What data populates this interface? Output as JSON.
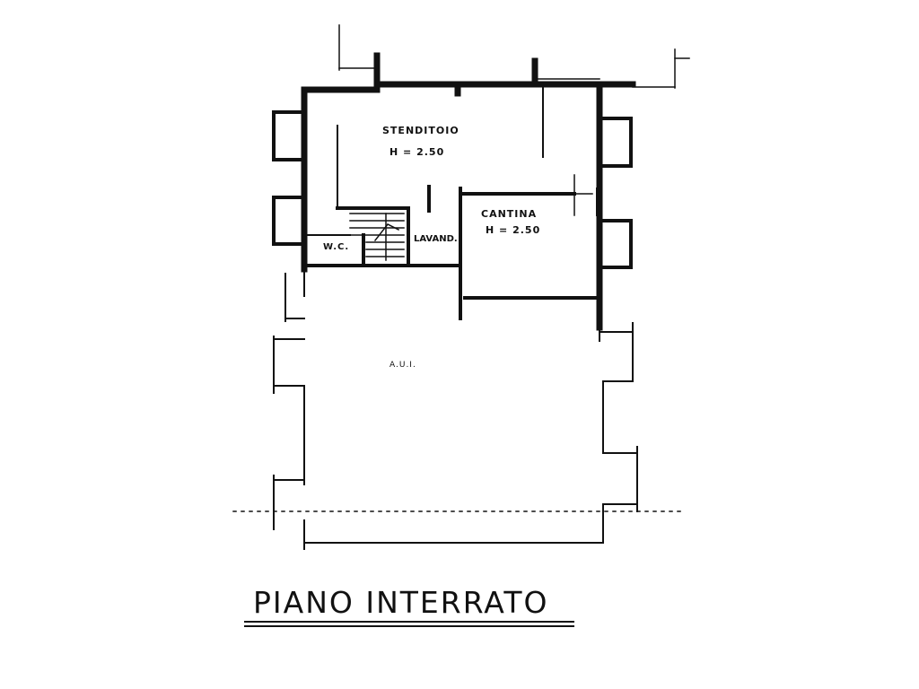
{
  "rooms": {
    "stenditoio": {
      "name": "STENDITOIO",
      "height": "H = 2.50"
    },
    "cantina": {
      "name": "CANTINA",
      "height": "H = 2.50"
    },
    "wc": {
      "name": "W.C."
    },
    "lavand": {
      "name": "LAVAND."
    },
    "aui": {
      "name": "A.U.I."
    }
  },
  "title": "PIANO  INTERRATO",
  "colors": {
    "ink": "#111111",
    "background": "#ffffff"
  }
}
